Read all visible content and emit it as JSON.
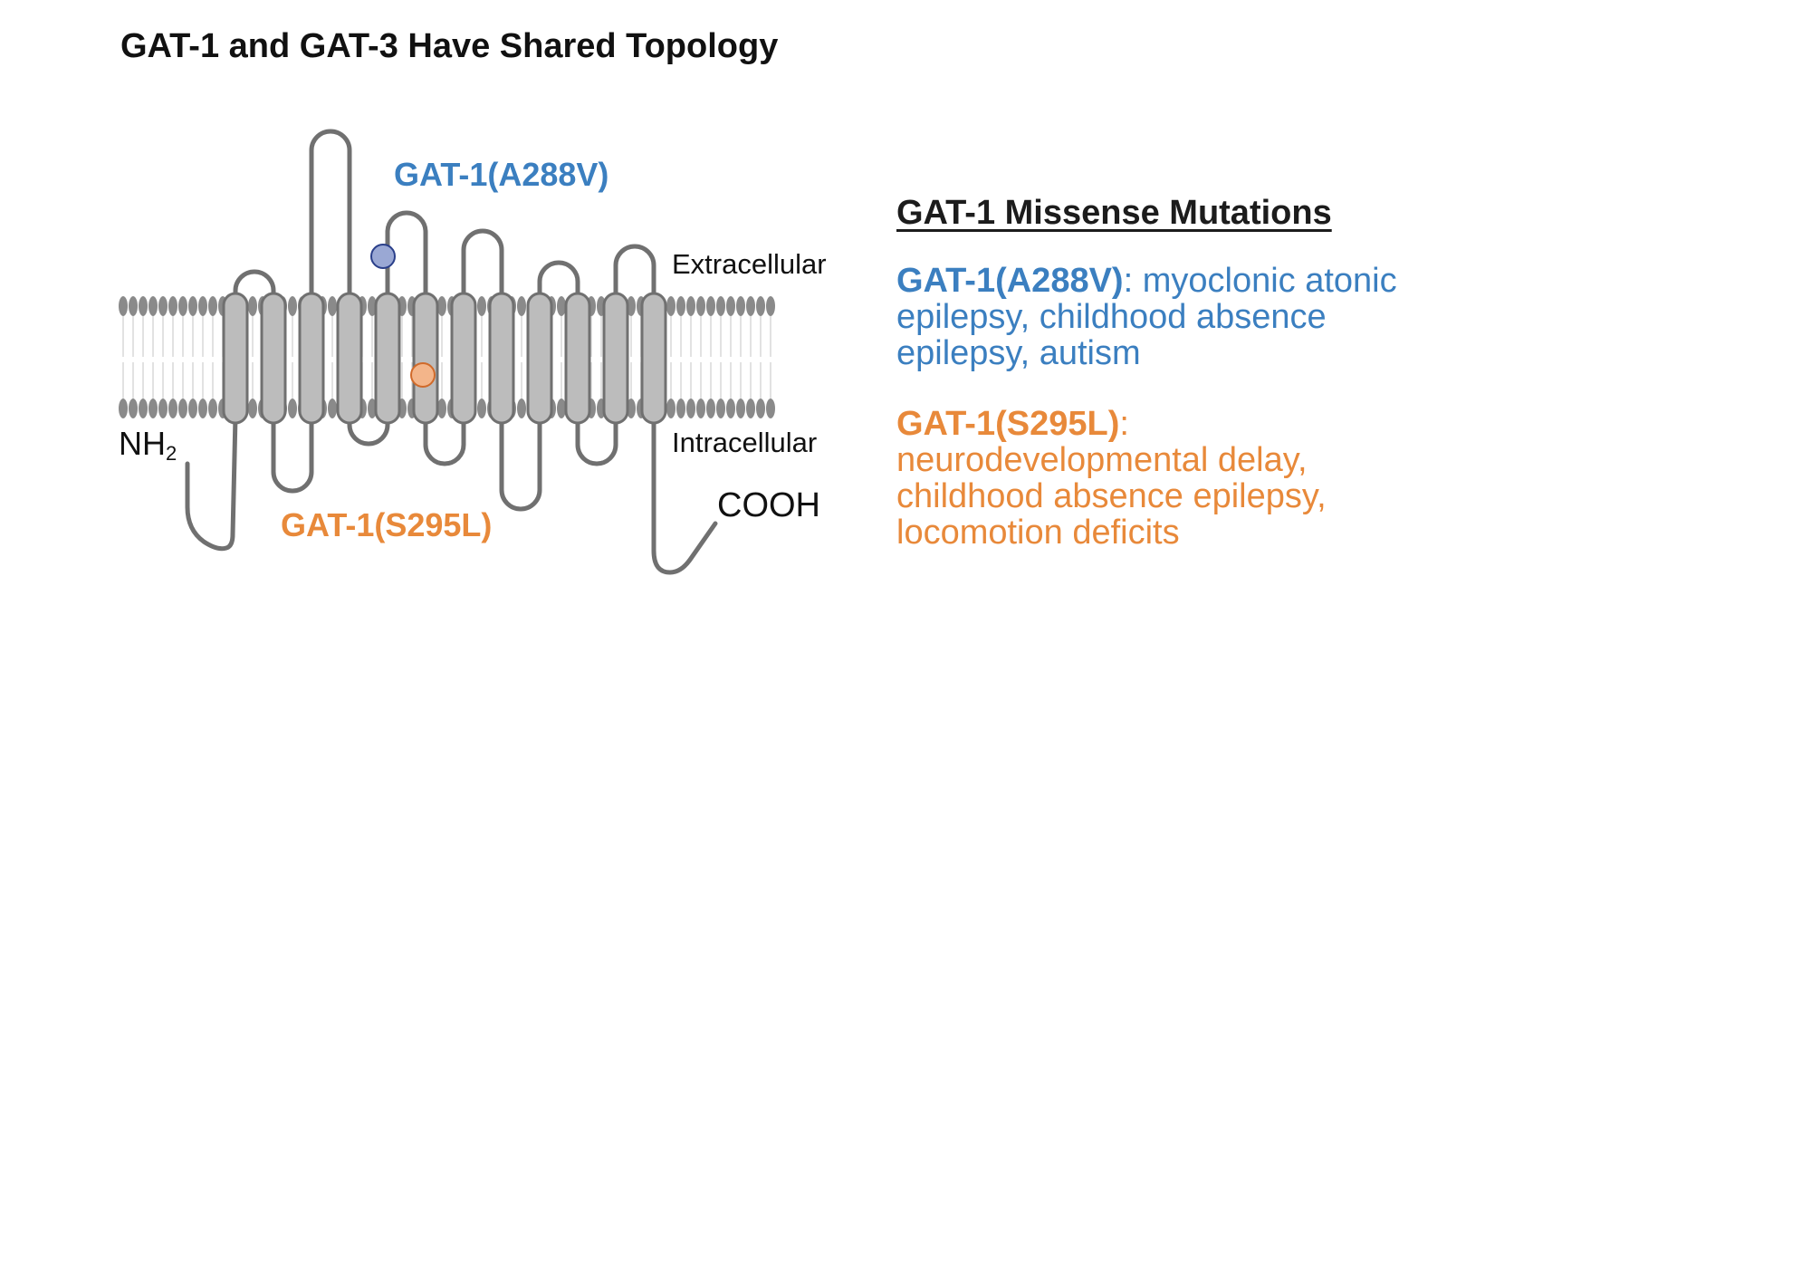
{
  "title": "GAT-1 and GAT-3 Have Shared Topology",
  "diagram": {
    "label_extracellular": "Extracellular",
    "label_intracellular": "Intracellular",
    "label_nterm": "NH",
    "label_nterm_sub": "2",
    "label_cterm": "COOH",
    "mutation_blue_label": "GAT-1(A288V)",
    "mutation_orange_label": "GAT-1(S295L)",
    "transmembrane_helix_count": 12,
    "colors": {
      "membrane_head": "#8a8a8a",
      "helix_fill": "#bcbcbc",
      "loop": "#707070",
      "mutation_blue": "#9aa8d4",
      "mutation_orange": "#f3b58a"
    }
  },
  "panel": {
    "heading": "GAT-1 Missense Mutations",
    "mutations": [
      {
        "name": "GAT-1(A288V)",
        "separator": ":",
        "lines": [
          "myoclonic atonic",
          "epilepsy, childhood absence",
          "epilepsy, autism"
        ],
        "color": "#3b7fc0"
      },
      {
        "name": "GAT-1(S295L)",
        "separator": ":",
        "lines": [
          "neurodevelopmental delay,",
          "childhood absence epilepsy,",
          "locomotion deficits"
        ],
        "color": "#e8893a"
      }
    ]
  }
}
